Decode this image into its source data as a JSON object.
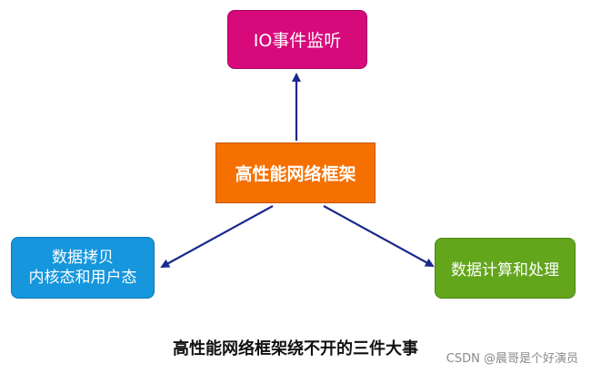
{
  "diagram": {
    "center": {
      "label": "高性能网络框架"
    },
    "top": {
      "label": "IO事件监听"
    },
    "left": {
      "line1": "数据拷贝",
      "line2": "内核态和用户态"
    },
    "right": {
      "label": "数据计算和处理"
    }
  },
  "caption": "高性能网络框架绕不开的三件大事",
  "watermark": "CSDN @晨哥是个好演员",
  "colors": {
    "center": "#f57000",
    "top": "#d60a7b",
    "left": "#1596dd",
    "right": "#63a61c",
    "arrow": "#1a2a8c"
  }
}
